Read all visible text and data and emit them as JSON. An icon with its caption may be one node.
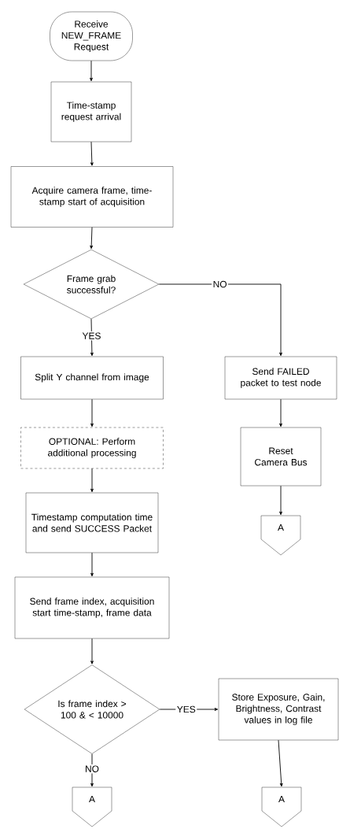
{
  "diagram": {
    "nodes": [
      {
        "text": [
          "Receive NEW_FRAME Request"
        ]
      },
      {
        "text": [
          "Time-stamp request arrival"
        ]
      },
      {
        "text": [
          "Acquire camera frame, time-stamp start of acquisition"
        ]
      },
      {
        "text": [
          "Frame grab successful?"
        ]
      },
      {
        "text": [
          "Split Y channel from image"
        ]
      },
      {
        "text": [
          "OPTIONAL: Perform additional processing"
        ]
      },
      {
        "text": [
          "Timestamp computation time and send SUCCESS Packet"
        ]
      },
      {
        "text": [
          "Send frame index, acquisition start time-stamp, frame data"
        ]
      },
      {
        "text": [
          "Is frame index > 100 & < 10000"
        ]
      },
      {
        "text": [
          "Send FAILED packet to test node"
        ]
      },
      {
        "text": [
          "Reset Camera Bus"
        ]
      },
      {
        "text": [
          "A"
        ]
      },
      {
        "text": [
          "Store Exposure, Gain, Brightness, Contrast values in log file"
        ]
      },
      {
        "text": [
          "A"
        ]
      },
      {
        "text": [
          "A"
        ]
      }
    ],
    "edges": [
      {
        "from": 0,
        "to": 1,
        "arrow": "to"
      },
      {
        "from": 1,
        "to": 2,
        "arrow": "to"
      },
      {
        "from": 2,
        "to": 3,
        "arrow": "to"
      },
      {
        "from": 3,
        "to": 4,
        "label": "YES",
        "arrow": "to"
      },
      {
        "from": 4,
        "to": 5,
        "arrow": "to"
      },
      {
        "from": 5,
        "to": 6,
        "arrow": "to"
      },
      {
        "from": 6,
        "to": 7,
        "arrow": "to"
      },
      {
        "from": 7,
        "to": 8,
        "arrow": "to"
      },
      {
        "from": 3,
        "to": 9,
        "label": "NO",
        "arrow": "to"
      },
      {
        "from": 9,
        "to": 10,
        "arrow": "to"
      },
      {
        "from": 10,
        "to": 11,
        "arrow": "to"
      },
      {
        "from": 8,
        "to": 12,
        "label": "YES",
        "arrow": "to"
      },
      {
        "from": 12,
        "to": 13,
        "arrow": "to"
      },
      {
        "from": 8,
        "to": 14,
        "label": "NO",
        "arrow": "to"
      }
    ]
  }
}
